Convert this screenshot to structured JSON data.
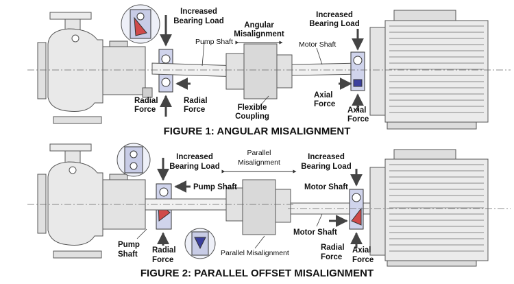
{
  "figure1": {
    "title": "FIGURE 1: ANGULAR MISALIGNMENT",
    "increased_load_left": [
      "Increased",
      "Bearing Load"
    ],
    "pump_shaft": "Pump Shaft",
    "angular_misalignment": [
      "Angular",
      "Misalignment"
    ],
    "increased_load_right": [
      "Increased",
      "Bearing Load"
    ],
    "motor_shaft": "Motor Shaft",
    "radial_force_left": [
      "Radial",
      "Force"
    ],
    "radial_force_right": [
      "Radial",
      "Force"
    ],
    "flexible_coupling": [
      "Flexible",
      "Coupling"
    ],
    "axial_force_left": [
      "Axial",
      "Force"
    ],
    "axial_force_right": [
      "Axial",
      "Force"
    ]
  },
  "figure2": {
    "title": "FIGURE 2: PARALLEL OFFSET MISALIGNMENT",
    "increased_load_left": [
      "Increased",
      "Bearing Load"
    ],
    "parallel_misalignment_top": [
      "Parallel",
      "Misalignment"
    ],
    "increased_load_right": [
      "Increased",
      "Bearing Load"
    ],
    "pump_shaft_arrow": "Pump Shaft",
    "motor_shaft_top": "Motor Shaft",
    "pump_shaft_bottom": [
      "Pump",
      "Shaft"
    ],
    "radial_force": [
      "Radial",
      "Force"
    ],
    "parallel_misalignment_bottom": "Parallel Misalignment",
    "motor_shaft_bottom": "Motor Shaft",
    "radial_force_right": [
      "Radial",
      "Force"
    ],
    "axial_force": [
      "Axial",
      "Force"
    ]
  }
}
